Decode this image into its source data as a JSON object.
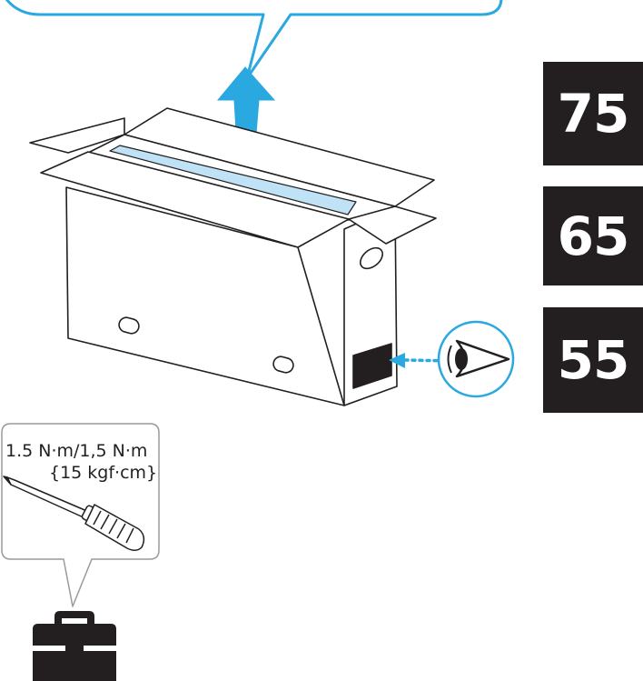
{
  "torque_note": {
    "line1": "1.5 N·m/1,5 N·m",
    "line2": "{15 kgf·cm}"
  },
  "size_badges": [
    {
      "label": "75"
    },
    {
      "label": "65"
    },
    {
      "label": "55"
    }
  ],
  "colors": {
    "accent_blue": "#2aa8e0",
    "glass_blue": "#bfe2f6",
    "dark": "#231f20",
    "outline": "#231f20"
  },
  "icons": {
    "arrow": "up-arrow-icon",
    "eye": "eye-icon",
    "screwdriver": "screwdriver-icon",
    "toolbox": "toolbox-icon"
  }
}
